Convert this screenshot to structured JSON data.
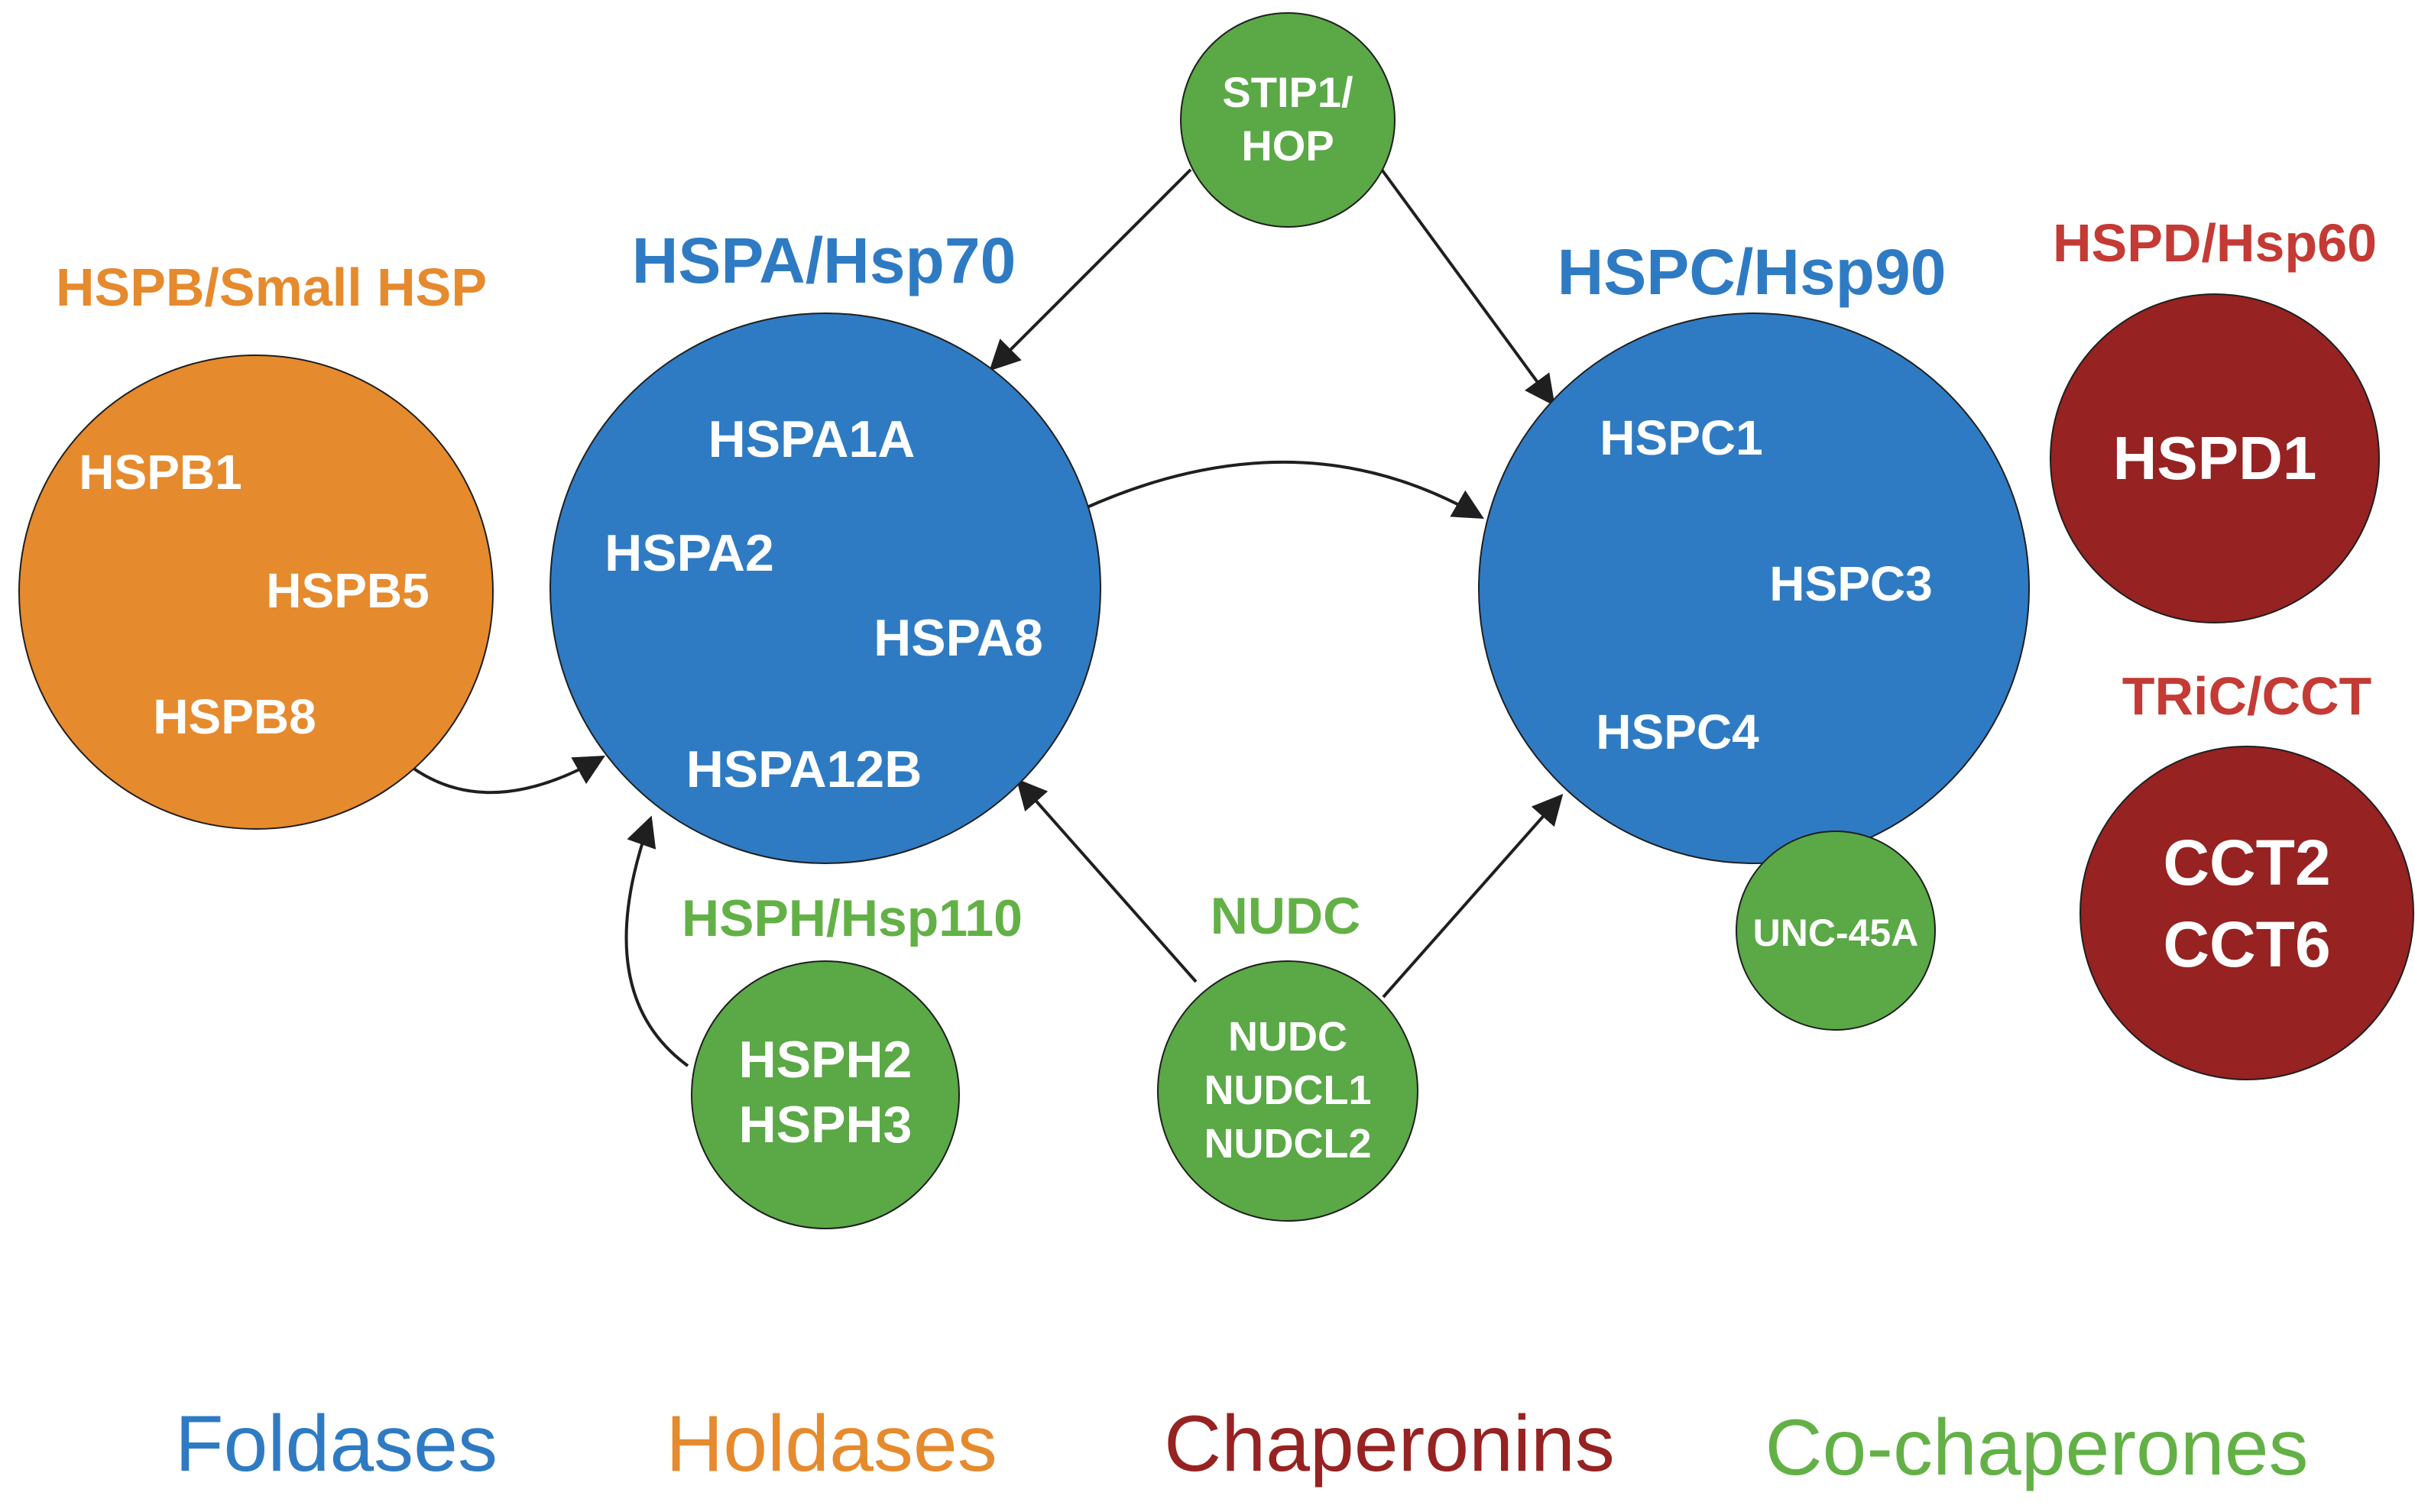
{
  "colors": {
    "foldase": "#2f7bc3",
    "holdase": "#e68a2e",
    "chaperonin": "#962222",
    "cochaperone": "#5aa846",
    "chaperonin_text": "#c43a34",
    "cochaperone_text": "#63b146",
    "arrow": "#1f1f1f"
  },
  "groups": {
    "hspb": {
      "title": "HSPB/Small HSP",
      "members": [
        "HSPB1",
        "HSPB5",
        "HSPB8"
      ]
    },
    "hspa": {
      "title": "HSPA/Hsp70",
      "members": [
        "HSPA1A",
        "HSPA2",
        "HSPA8",
        "HSPA12B"
      ]
    },
    "hspc": {
      "title": "HSPC/Hsp90",
      "members": [
        "HSPC1",
        "HSPC3",
        "HSPC4"
      ]
    },
    "hspd": {
      "title": "HSPD/Hsp60",
      "members": [
        "HSPD1"
      ]
    },
    "tric": {
      "title": "TRiC/CCT",
      "members": [
        "CCT2",
        "CCT6"
      ]
    },
    "stip1": {
      "members": [
        "STIP1/",
        "HOP"
      ]
    },
    "hsph": {
      "title": "HSPH/Hsp110",
      "members": [
        "HSPH2",
        "HSPH3"
      ]
    },
    "nudc": {
      "title": "NUDC",
      "members": [
        "NUDC",
        "NUDCL1",
        "NUDCL2"
      ]
    },
    "unc45a": {
      "members": [
        "UNC-45A"
      ]
    }
  },
  "legend": {
    "foldases": "Foldases",
    "holdases": "Holdases",
    "chaperonins": "Chaperonins",
    "cochaperones": "Co-chaperones"
  }
}
